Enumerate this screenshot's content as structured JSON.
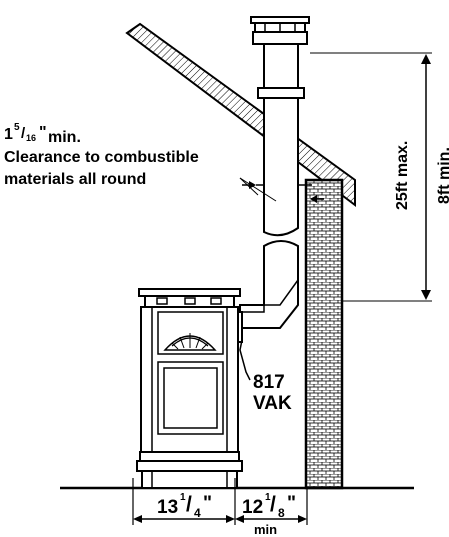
{
  "clearance": {
    "whole": "1",
    "numerator": "5",
    "denominator": "16",
    "inch": "\"",
    "suffix": "min.",
    "line2": "Clearance to combustible",
    "line3": "materials all round"
  },
  "flue_label": {
    "line1": "817",
    "line2": "VAK"
  },
  "height_dims": {
    "max": "25ft max.",
    "min": "8ft min."
  },
  "width_dim": {
    "whole": "13",
    "numerator": "1",
    "denominator": "4",
    "inch": "\""
  },
  "wall_dim": {
    "whole": "12",
    "numerator": "1",
    "denominator": "8",
    "inch": "\"",
    "suffix": "min"
  }
}
